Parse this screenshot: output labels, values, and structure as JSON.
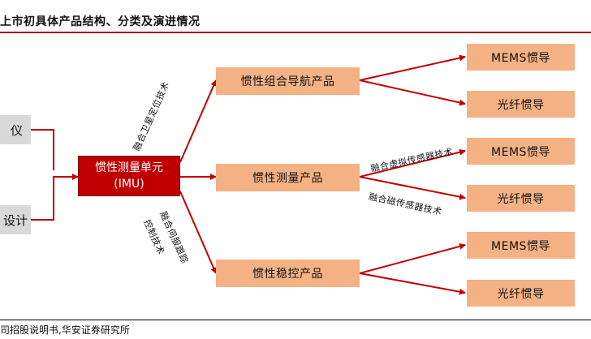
{
  "title": "上市初具体产品结构、分类及演进情况",
  "left_inputs": [
    "仪",
    "设计"
  ],
  "imu": {
    "line1": "惯性测量单元",
    "line2": "(IMU)"
  },
  "products": [
    "惯性组合导航产品",
    "惯性测量产品",
    "惯性稳控产品"
  ],
  "leaves": [
    "MEMS惯导",
    "光纤惯导",
    "MEMS惯导",
    "光纤惯导",
    "MEMS惯导",
    "光纤惯导"
  ],
  "labels": {
    "satellite": "融合卫星定位技术",
    "servo_line1": "融合伺服跟踪",
    "servo_line2": "控制技术",
    "virtual_sensor": "融合虚拟传感器技术",
    "magnetic_sensor": "融合磁传感器技术"
  },
  "source": "司招股说明书,华安证券研究所",
  "colors": {
    "red_box": "#c00000",
    "orange_box": "#f4b183",
    "grey_box": "#d9d9d9",
    "arrow": "#c00000"
  }
}
